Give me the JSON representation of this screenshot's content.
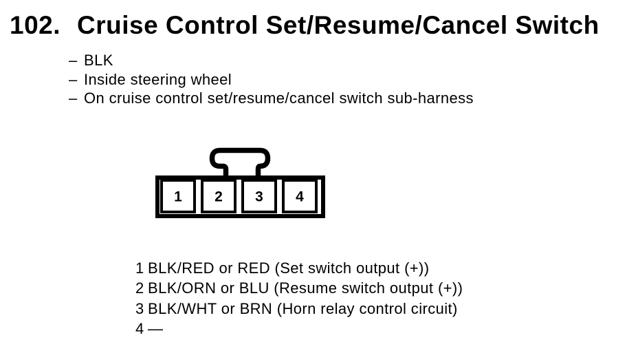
{
  "colors": {
    "ink": "#000000",
    "background": "#ffffff"
  },
  "header": {
    "number": "102.",
    "title": "Cruise Control Set/Resume/Cancel Switch"
  },
  "notes": {
    "dash": "–",
    "items": [
      "BLK",
      "Inside steering wheel",
      "On cruise control set/resume/cancel switch sub-harness"
    ]
  },
  "connector": {
    "description": "4-cavity connector, front view with top latch",
    "cavities": [
      "1",
      "2",
      "3",
      "4"
    ]
  },
  "pinout": [
    {
      "pin": "1",
      "desc": "BLK/RED or RED (Set switch output (+))"
    },
    {
      "pin": "2",
      "desc": "BLK/ORN or BLU (Resume switch output (+))"
    },
    {
      "pin": "3",
      "desc": "BLK/WHT or BRN (Horn relay control circuit)"
    },
    {
      "pin": "4",
      "desc": "—"
    }
  ]
}
